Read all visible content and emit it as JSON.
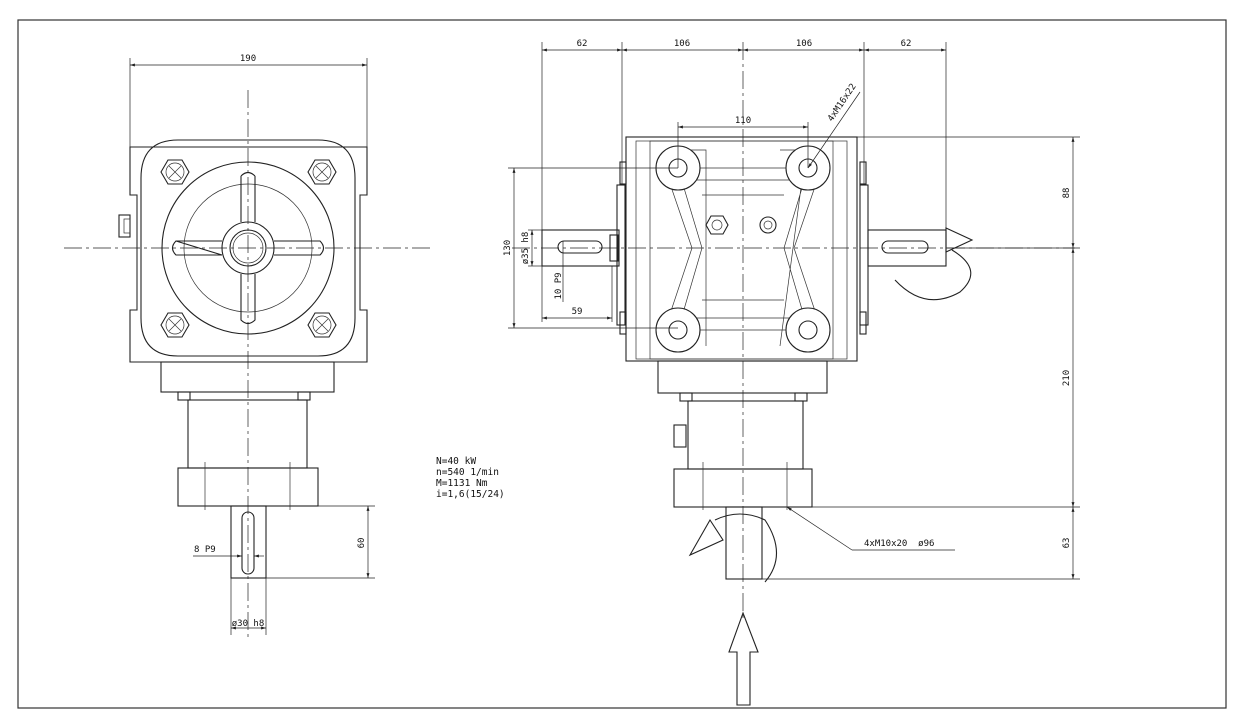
{
  "front_view": {
    "width_dim": "190",
    "height_dim": "60",
    "key_label": "8 P9",
    "shaft_dia_label": "ø30 h8"
  },
  "side_view": {
    "top_dims": [
      "62",
      "106",
      "106",
      "62"
    ],
    "bolt_spacing_dim": "110",
    "bolt_thread_label": "4xM16x22",
    "left_height_dim": "130",
    "shaft_dia_label": "ø35 h8",
    "key_label": "10 P9",
    "shaft_length_dim": "59",
    "right_dims": [
      "88",
      "210",
      "63"
    ],
    "flange_label": "4xM10x20  ø96"
  },
  "specs": {
    "power": "N=40  kW",
    "speed": "n=540  1/min",
    "torque": "M=1131  Nm",
    "ratio": "i=1,6(15/24)"
  }
}
